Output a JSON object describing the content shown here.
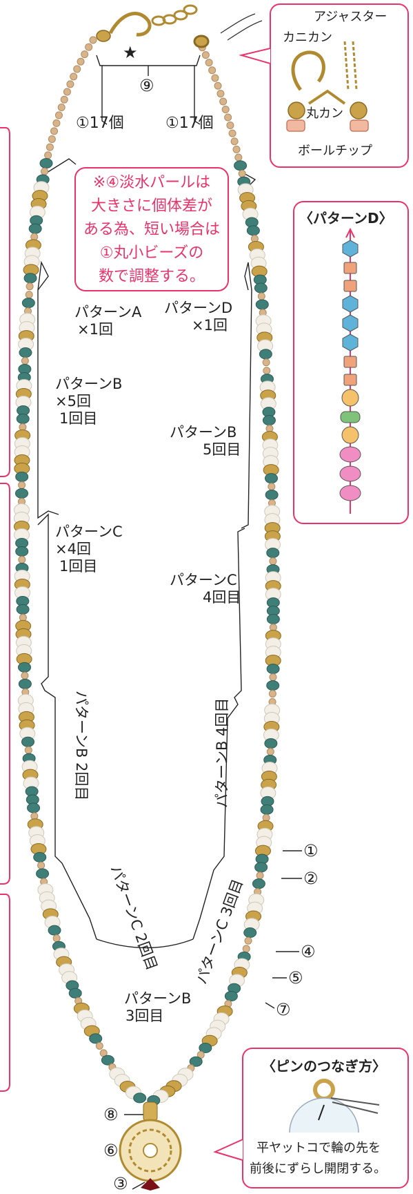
{
  "colors": {
    "accent": "#e8336a",
    "seed": "#d8b48a",
    "turquoise": "#3f7f78",
    "pearl": "#f3efe6",
    "gold": "#c9a24a",
    "garnet": "#7a1119"
  },
  "star": "★",
  "top_label": "⑨",
  "left_count": "①17個",
  "right_count": "①17個",
  "note_lines": [
    "※④淡水パールは",
    "大きさに個体差が",
    "ある為、短い場合は",
    "①丸小ビーズの",
    "数で調整する。"
  ],
  "clasp_callout": {
    "adjuster": "アジャスター",
    "lobster": "カニカン",
    "jumpring": "丸カン",
    "ballchip": "ボールチップ"
  },
  "pattern_d_title": "〈パターンD〉",
  "pin_title": "〈ピンのつなぎ方〉",
  "pin_text": [
    "平ヤットコで輪の先を",
    "前後にずらし開閉する。"
  ],
  "sections": {
    "left_a": [
      "パターンA",
      "×1回"
    ],
    "right_d": [
      "パターンD",
      "×1回"
    ],
    "left_b": [
      "パターンB",
      "×5回",
      "1回目"
    ],
    "right_b5": [
      "パターンB",
      "5回目"
    ],
    "left_c": [
      "パターンC",
      "×4回",
      "1回目"
    ],
    "right_c4": [
      "パターンC",
      "4回目"
    ],
    "left_b2": "パターンB 2回目",
    "right_b4": "パターンB 4回目",
    "left_c2": "パターンC 2回目",
    "right_c3": "パターンC 3回目",
    "bottom_b3": [
      "パターンB",
      "3回目"
    ]
  },
  "callouts_right": [
    "①",
    "②",
    "④",
    "⑤",
    "⑦"
  ],
  "callouts_left": [
    "⑧",
    "⑥",
    "③"
  ]
}
